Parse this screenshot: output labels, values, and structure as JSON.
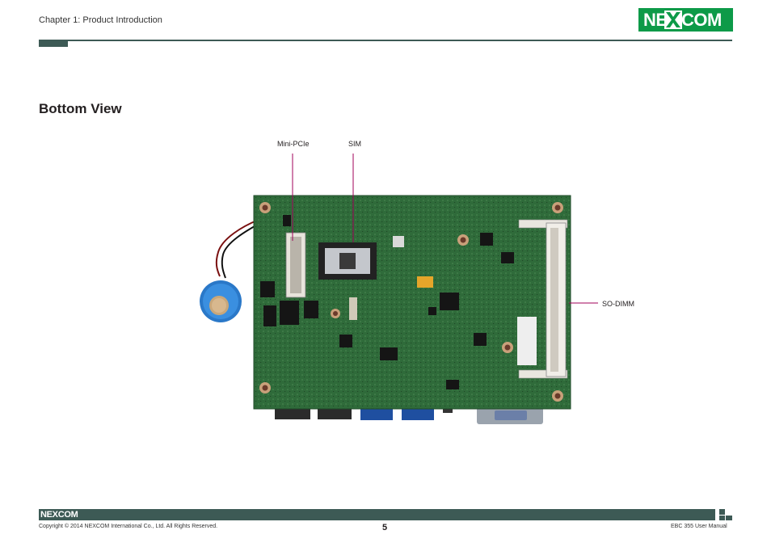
{
  "header": {
    "chapter": "Chapter 1: Product Introduction",
    "logo": "NEXCOM",
    "logo_parts": {
      "left": "NE",
      "right": "COM"
    }
  },
  "section": {
    "title": "Bottom View"
  },
  "callouts": {
    "mini_pcie": "Mini-PCIe",
    "sim": "SIM",
    "so_dimm": "SO-DIMM"
  },
  "colors": {
    "accent_bar": "#3d5a55",
    "logo_green": "#0d9a48",
    "callout_line": "#a0005a",
    "pcb_green": "#2f6b3a"
  },
  "footer": {
    "logo": "NEXCOM",
    "copyright": "Copyright © 2014 NEXCOM International Co., Ltd. All Rights Reserved.",
    "page_number": "5",
    "manual": "EBC 355 User Manual"
  }
}
